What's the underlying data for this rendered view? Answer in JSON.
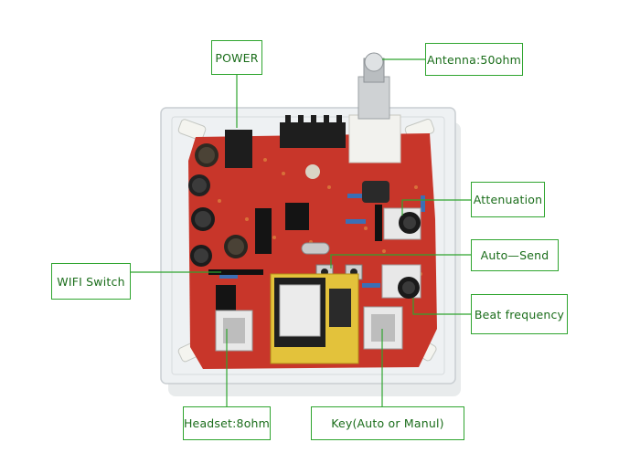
{
  "labels": {
    "power": "POWER",
    "antenna": "Antenna:50ohm",
    "attenuation": "Attenuation",
    "auto_send": "Auto—Send",
    "wifi_switch": "WIFI Switch",
    "beat_frequency": "Beat frequency",
    "headset": "Headset:8ohm",
    "key": "Key(Auto or Manul)"
  },
  "colors": {
    "label_border": "#2fa52f",
    "leader_line": "#2fa52f",
    "pcb": "#c8362a",
    "acrylic_case": "#eef1f3"
  }
}
